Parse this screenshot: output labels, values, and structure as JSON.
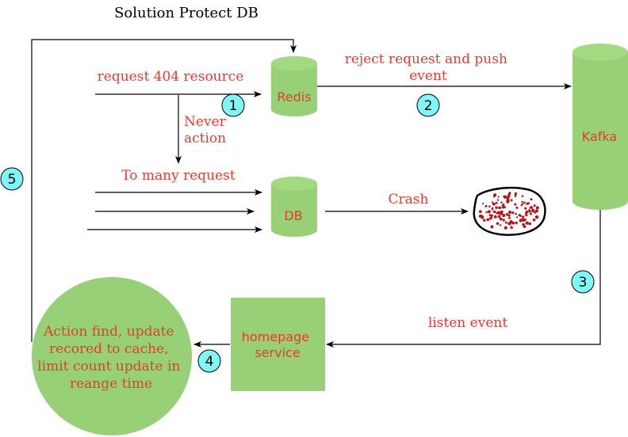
{
  "title": "Solution Protect DB",
  "nodes": {
    "redis": "Redis",
    "db": "DB",
    "kafka": "Kafka",
    "homepage_service": [
      "homepage",
      "service"
    ],
    "action": [
      "Action find, update",
      "recored to cache,",
      "limit count update in",
      "reange time"
    ]
  },
  "labels": {
    "request_404": "request 404 resource",
    "never_action": [
      "Never",
      "action"
    ],
    "to_many_request": "To many request",
    "reject_push": [
      "reject request and push",
      "event"
    ],
    "crash": "Crash",
    "listen_event": "listen event"
  },
  "steps": [
    "1",
    "2",
    "3",
    "4",
    "5"
  ],
  "colors": {
    "node_fill": "#97d077",
    "label_text": "#e83a2f",
    "badge_fill": "#7ff7f7"
  }
}
